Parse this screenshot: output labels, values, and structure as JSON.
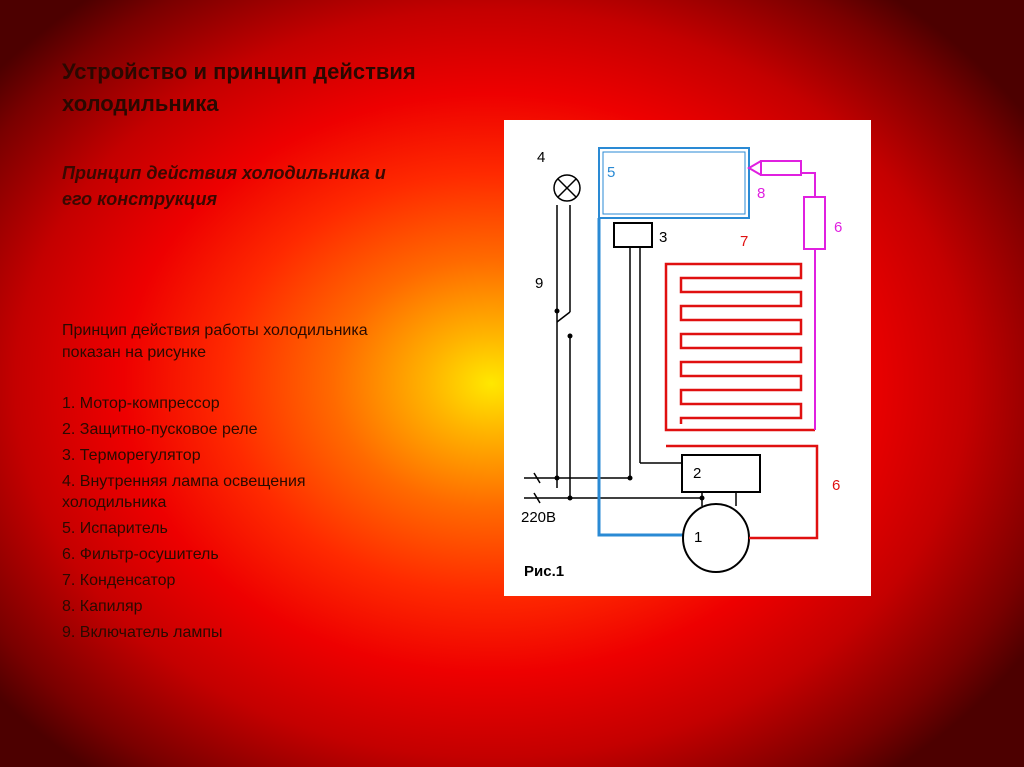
{
  "slide": {
    "title": "Устройство и принцип действия холодильника",
    "subtitle": "Принцип действия холодильника и его конструкция",
    "intro": "Принцип действия работы холодильника показан на рисунке",
    "legend": [
      "1. Мотор-компрессор",
      "2. Защитно-пусковое реле",
      "3. Терморегулятор",
      "4. Внутренняя лампа освещения холодильника",
      "5. Испаритель",
      "6. Фильтр-осушитель",
      "7. Конденсатор",
      "8. Капиляр",
      "9. Включатель лампы"
    ]
  },
  "diagram": {
    "labels": {
      "n1": "1",
      "n2": "2",
      "n3": "3",
      "n4": "4",
      "n5": "5",
      "n6a": "6",
      "n6b": "6",
      "n7": "7",
      "n8": "8",
      "n9": "9"
    },
    "voltage": "220В",
    "caption": "Рис.1",
    "colors": {
      "evaporator": "#2a8ad4",
      "condenser": "#e01010",
      "capillary": "#e020e0",
      "wiring": "#000000",
      "label_blue": "#2a8ad4",
      "label_red": "#e01010",
      "label_magenta": "#e020e0"
    }
  }
}
